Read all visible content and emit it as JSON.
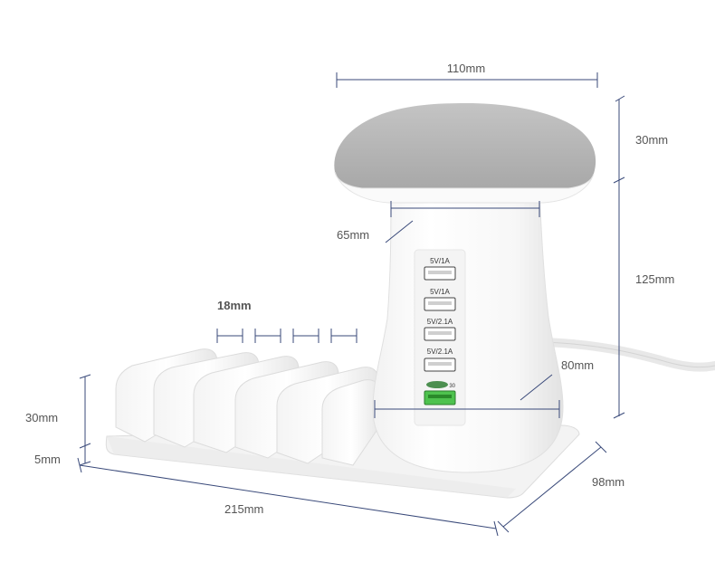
{
  "dimensions": {
    "top_width": "110mm",
    "cap_height": "30mm",
    "neck_width": "65mm",
    "body_height": "125mm",
    "slot_spacing": "18mm",
    "base_width": "80mm",
    "dock_height": "30mm",
    "base_thickness": "5mm",
    "dock_length": "215mm",
    "dock_depth": "98mm"
  },
  "ports": [
    {
      "label": "5V/1A"
    },
    {
      "label": "5V/1A"
    },
    {
      "label": "5V/2.1A"
    },
    {
      "label": "5V/2.1A"
    },
    {
      "label": "30",
      "quick_charge": true
    }
  ],
  "colors": {
    "cap": "#b4b4b4",
    "body": "#ffffff",
    "dim_line": "#3a4a7a",
    "quick_charge_port": "#4ec24e"
  }
}
